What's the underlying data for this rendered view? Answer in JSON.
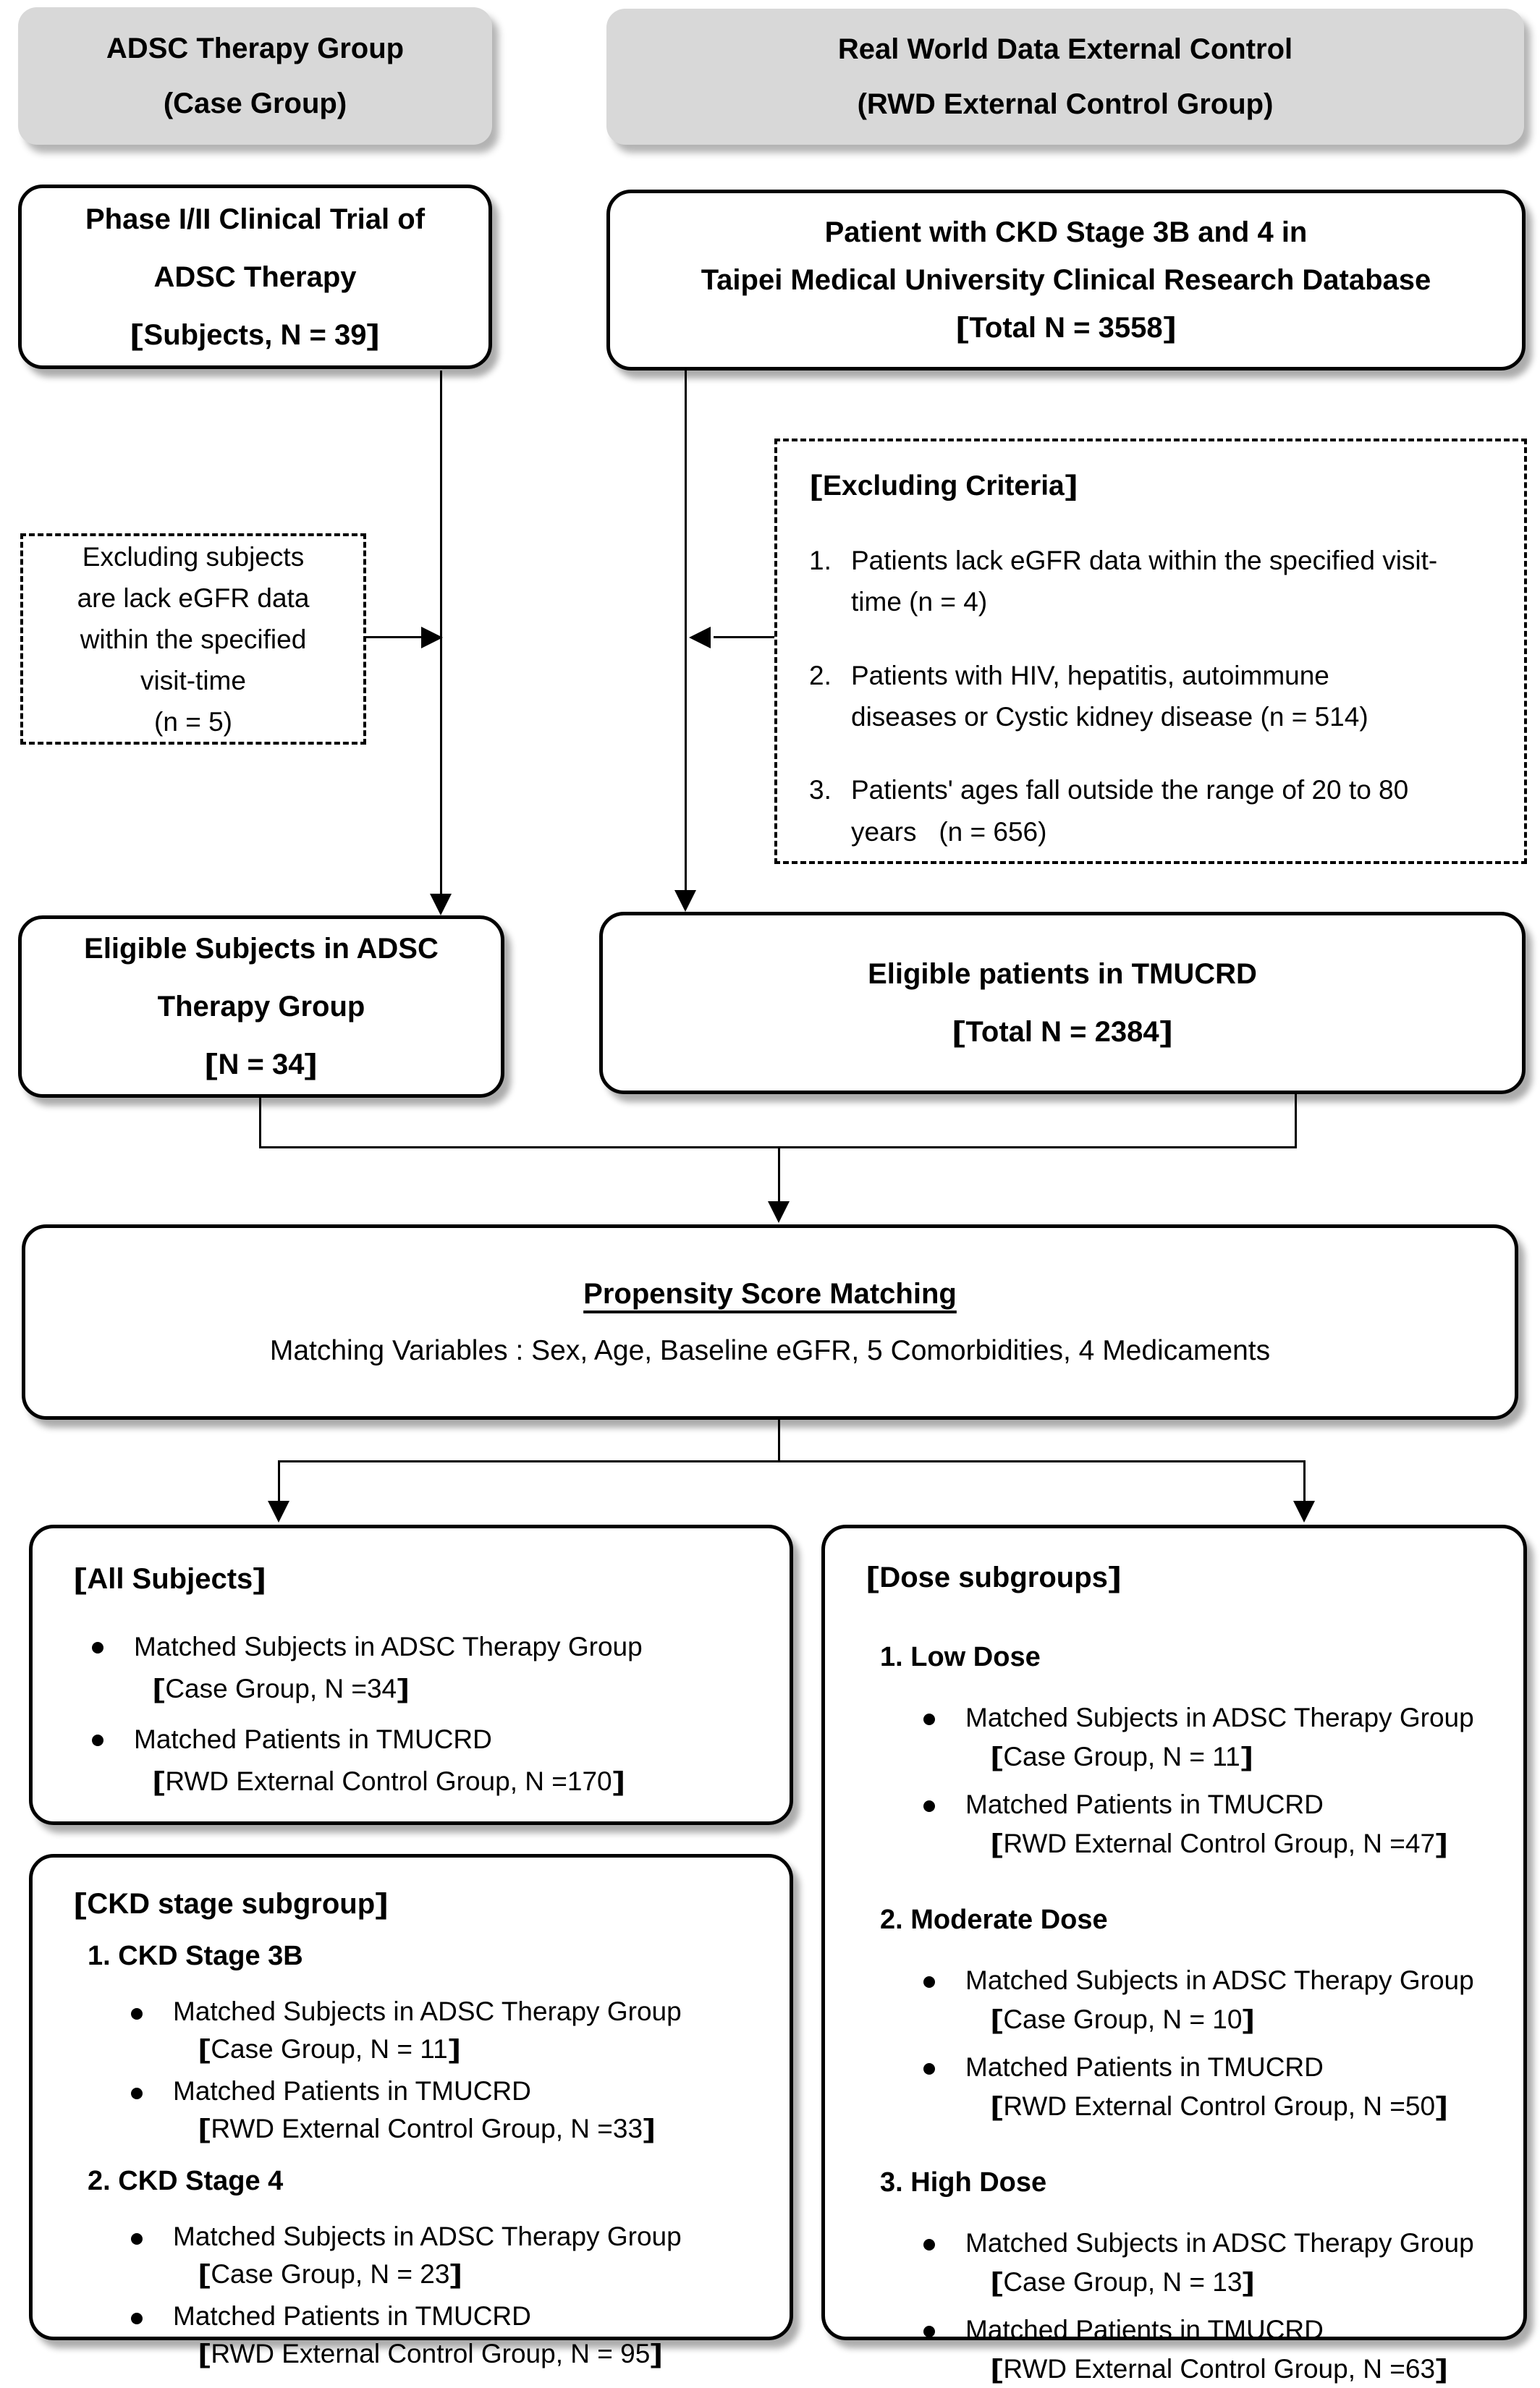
{
  "headers": {
    "left": {
      "line1": "ADSC Therapy Group",
      "line2": "(Case Group)"
    },
    "right": {
      "line1": "Real World Data External Control",
      "line2": "(RWD External Control Group)"
    }
  },
  "phase_trial": {
    "line1": "Phase I/II Clinical Trial of",
    "line2": "ADSC Therapy",
    "line3": "【Subjects, N = 39】"
  },
  "ckd_database": {
    "line1": "Patient with CKD Stage 3B and 4 in",
    "line2": "Taipei Medical University Clinical Research Database",
    "line3": "【Total N = 3558】"
  },
  "excluding_subjects": {
    "line1": "Excluding subjects",
    "line2": "are lack eGFR data",
    "line3": "within the specified",
    "line4": "visit-time",
    "line5": "(n = 5)"
  },
  "excluding_criteria": {
    "title": "【Excluding Criteria】",
    "items": [
      {
        "num": "1.",
        "text": "Patients lack eGFR data within the specified visit-\ntime (n = 4)"
      },
      {
        "num": "2.",
        "text": "Patients with HIV, hepatitis, autoimmune\ndiseases or Cystic kidney disease (n = 514)"
      },
      {
        "num": "3.",
        "text": "Patients' ages fall outside the range of 20 to 80\nyears   (n = 656)"
      }
    ]
  },
  "eligible_subjects": {
    "line1": "Eligible Subjects in ADSC",
    "line2": "Therapy Group",
    "line3": "【N = 34】"
  },
  "eligible_patients": {
    "line1": "Eligible patients in TMUCRD",
    "line2": "【Total N = 2384】"
  },
  "psm": {
    "title": "Propensity Score Matching",
    "subtitle": "Matching Variables : Sex, Age, Baseline eGFR, 5 Comorbidities, 4 Medicaments"
  },
  "all_subjects": {
    "title": "【All Subjects】",
    "bullets": [
      {
        "main": "Matched Subjects in ADSC Therapy Group",
        "sub": "【Case Group, N =34】"
      },
      {
        "main": "Matched Patients in TMUCRD",
        "sub": "【RWD External Control Group, N =170】"
      }
    ]
  },
  "ckd_subgroup": {
    "title": "【CKD stage subgroup】",
    "groups": [
      {
        "heading": "1. CKD Stage 3B",
        "bullets": [
          {
            "main": "Matched Subjects in ADSC Therapy Group",
            "sub": "【Case Group, N = 11】"
          },
          {
            "main": "Matched Patients in TMUCRD",
            "sub": "【RWD External Control Group, N =33】"
          }
        ]
      },
      {
        "heading": "2. CKD Stage 4",
        "bullets": [
          {
            "main": "Matched Subjects in ADSC Therapy Group",
            "sub": "【Case Group, N = 23】"
          },
          {
            "main": "Matched Patients in TMUCRD",
            "sub": "【RWD External Control Group, N = 95】"
          }
        ]
      }
    ]
  },
  "dose_subgroup": {
    "title": "【Dose subgroups】",
    "groups": [
      {
        "heading": "1. Low Dose",
        "bullets": [
          {
            "main": "Matched Subjects in ADSC Therapy Group",
            "sub": "【Case Group, N = 11】"
          },
          {
            "main": "Matched Patients in TMUCRD",
            "sub": "【RWD External Control Group, N =47】"
          }
        ]
      },
      {
        "heading": "2. Moderate Dose",
        "bullets": [
          {
            "main": "Matched Subjects in ADSC Therapy Group",
            "sub": "【Case Group, N = 10】"
          },
          {
            "main": "Matched Patients in TMUCRD",
            "sub": "【RWD External Control Group, N =50】"
          }
        ]
      },
      {
        "heading": "3. High Dose",
        "bullets": [
          {
            "main": "Matched Subjects in ADSC Therapy Group",
            "sub": "【Case Group, N = 13】"
          },
          {
            "main": "Matched Patients in TMUCRD",
            "sub": "【RWD External Control Group, N =63】"
          }
        ]
      }
    ]
  },
  "colors": {
    "header_fill": "#d8d8d8",
    "line": "#000000",
    "background": "#ffffff"
  }
}
